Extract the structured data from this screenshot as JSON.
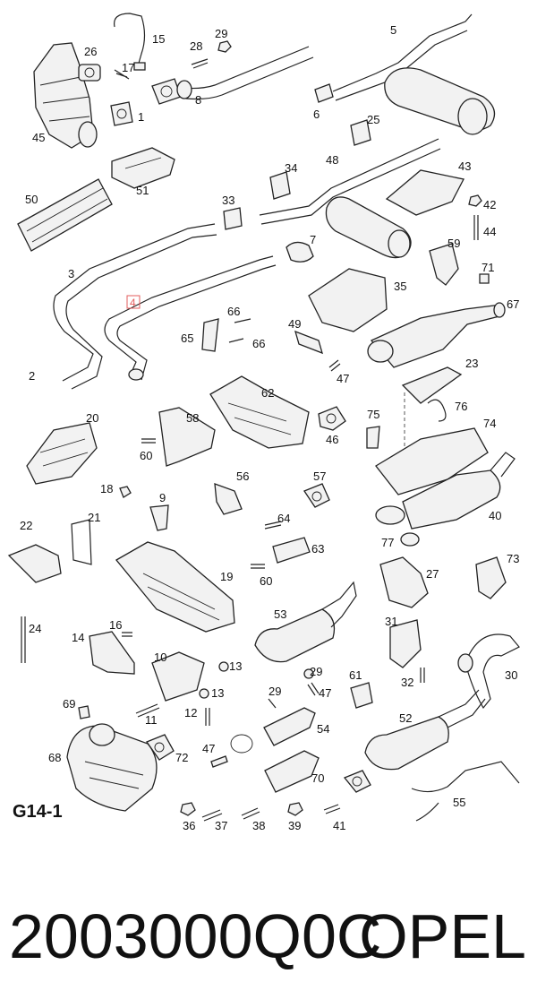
{
  "diagram": {
    "group_code": "G14-1",
    "highlighted_callout": "4",
    "callouts": [
      "1",
      "2",
      "3",
      "5",
      "6",
      "7",
      "8",
      "9",
      "10",
      "11",
      "12",
      "13",
      "14",
      "15",
      "16",
      "17",
      "18",
      "19",
      "20",
      "21",
      "22",
      "23",
      "24",
      "25",
      "26",
      "27",
      "28",
      "29",
      "30",
      "31",
      "32",
      "33",
      "34",
      "35",
      "36",
      "37",
      "38",
      "39",
      "40",
      "41",
      "42",
      "43",
      "44",
      "45",
      "46",
      "47",
      "48",
      "49",
      "50",
      "51",
      "52",
      "53",
      "54",
      "55",
      "56",
      "57",
      "58",
      "59",
      "60",
      "61",
      "62",
      "63",
      "64",
      "65",
      "66",
      "67",
      "68",
      "69",
      "70",
      "71",
      "72",
      "73",
      "74",
      "75",
      "76",
      "77"
    ]
  },
  "caption": {
    "part_number": "2003000Q0C",
    "brand": "OPEL"
  }
}
